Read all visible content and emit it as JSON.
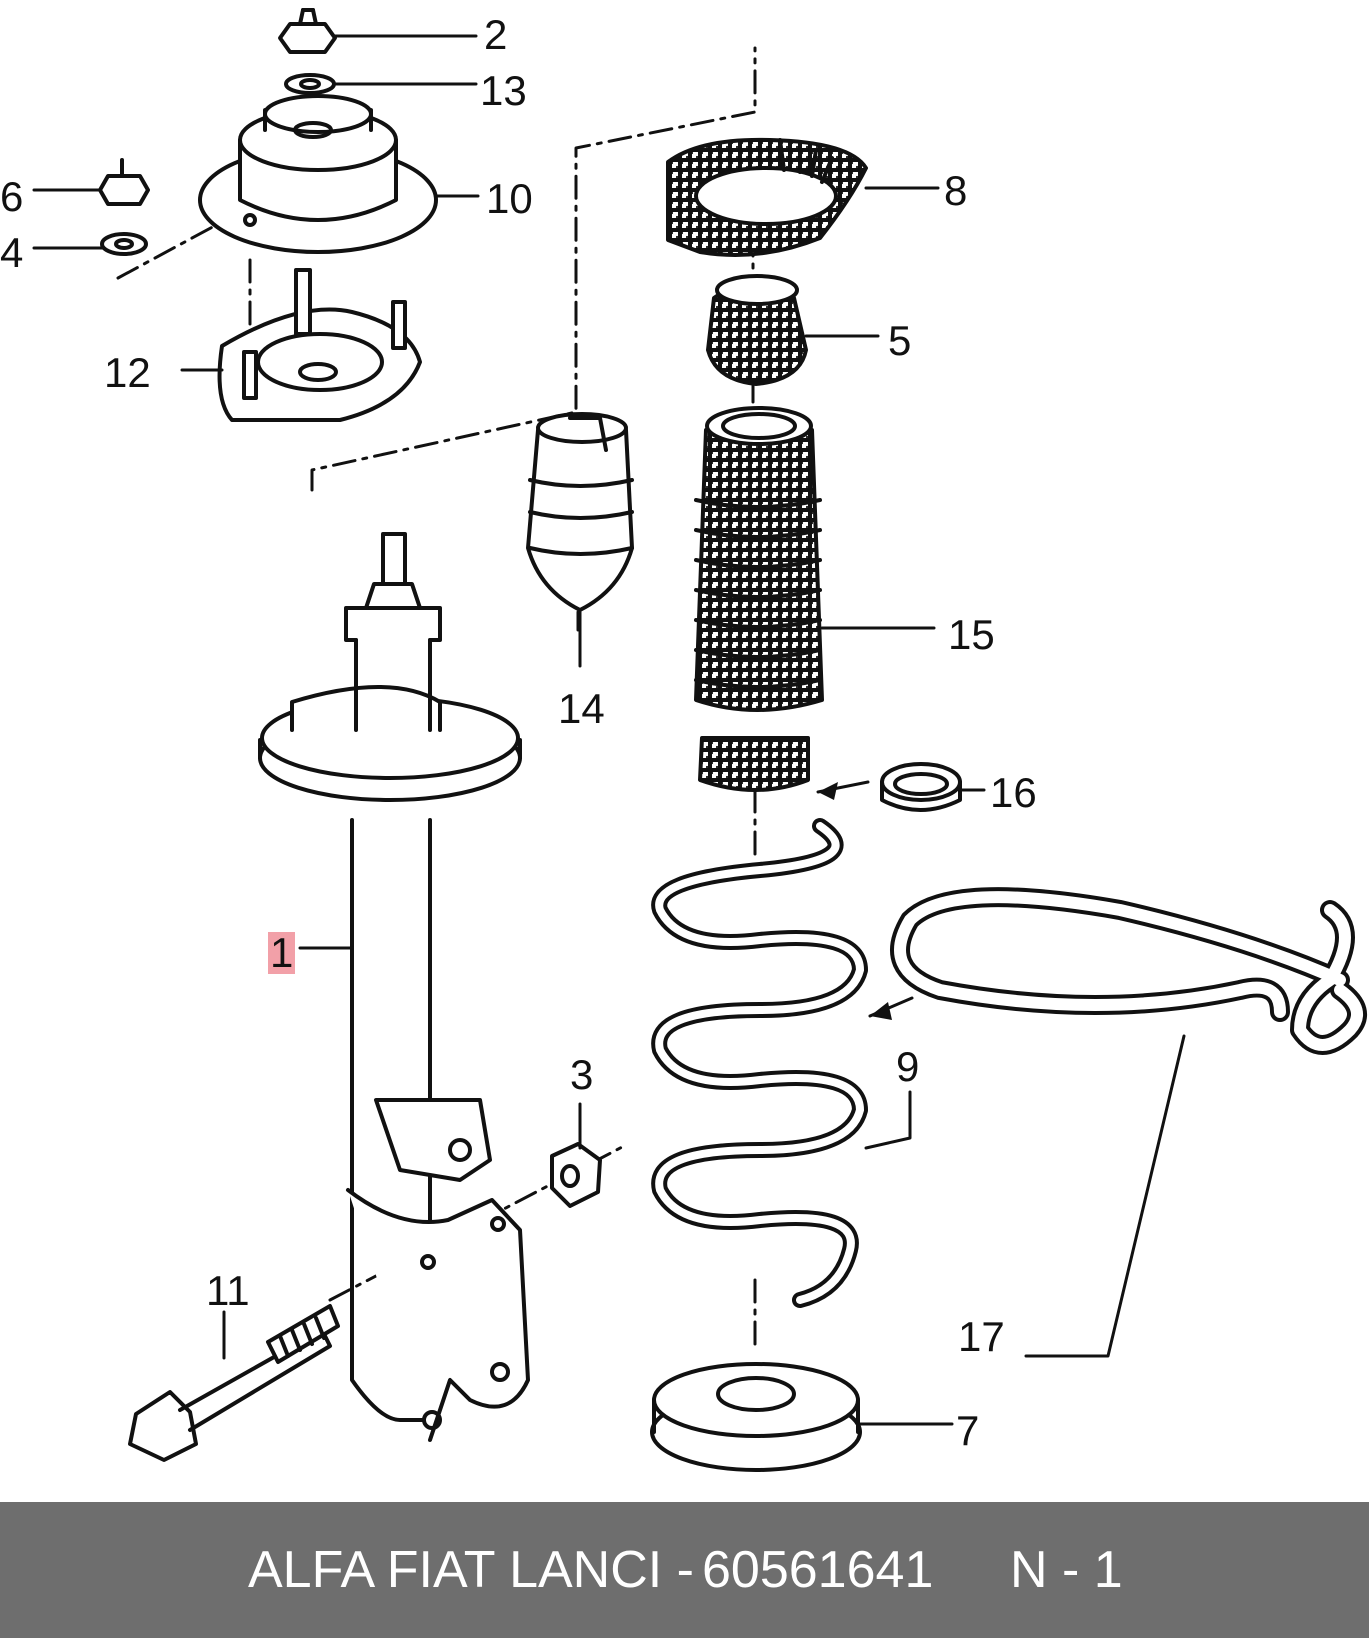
{
  "callouts": {
    "c1": "1",
    "c2": "2",
    "c3": "3",
    "c4": "4",
    "c5": "5",
    "c6": "6",
    "c7": "7",
    "c8": "8",
    "c9": "9",
    "c10": "10",
    "c11": "11",
    "c12": "12",
    "c13": "13",
    "c14": "14",
    "c15": "15",
    "c16": "16",
    "c17": "17"
  },
  "highlighted_callout": "1",
  "footer": {
    "brand": "ALFA FIAT LANCI -",
    "part_number": "60561641",
    "page": "N - 1"
  },
  "colors": {
    "footer_bg": "#6e6e6e",
    "highlight": "#f2a0a8",
    "line": "#111111"
  }
}
